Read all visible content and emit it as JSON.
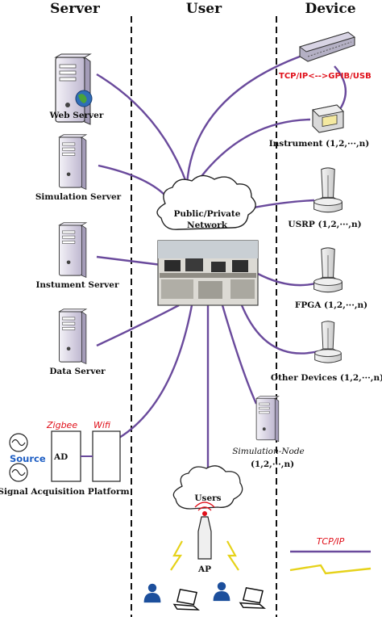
{
  "headers": {
    "server": "Server",
    "user": "User",
    "device": "Device"
  },
  "server_nodes": [
    {
      "label": "Web Server"
    },
    {
      "label": "Simulation Server"
    },
    {
      "label": "Instument Server"
    },
    {
      "label": "Data Server"
    }
  ],
  "hub": {
    "line1": "Public/Private",
    "line2": "Network"
  },
  "device_nodes": {
    "protocol": "TCP/IP<-->GPIB/USB",
    "instrument": "Instrument (1,2,···,n)",
    "usrp": "USRP (1,2,···,n)",
    "fpga": "FPGA (1,2,···,n)",
    "other": "Other Devices (1,2,···,n)"
  },
  "sim_node": {
    "name": "Simulation-Node",
    "range": "(1,2,···,n)"
  },
  "acquisition": {
    "zigbee": "Zigbee",
    "wifi": "Wifi",
    "source": "Source",
    "ad": "AD",
    "title": "Signal Acquisition Platform"
  },
  "users": {
    "cloud": "Users",
    "ap": "AP"
  },
  "legend": {
    "tcpip": "TCP/IP"
  },
  "colors": {
    "wire": "#6a4a9c",
    "accent_red": "#e0101a",
    "accent_blue": "#1f5fc4",
    "server_body": "#ddd8e8"
  }
}
